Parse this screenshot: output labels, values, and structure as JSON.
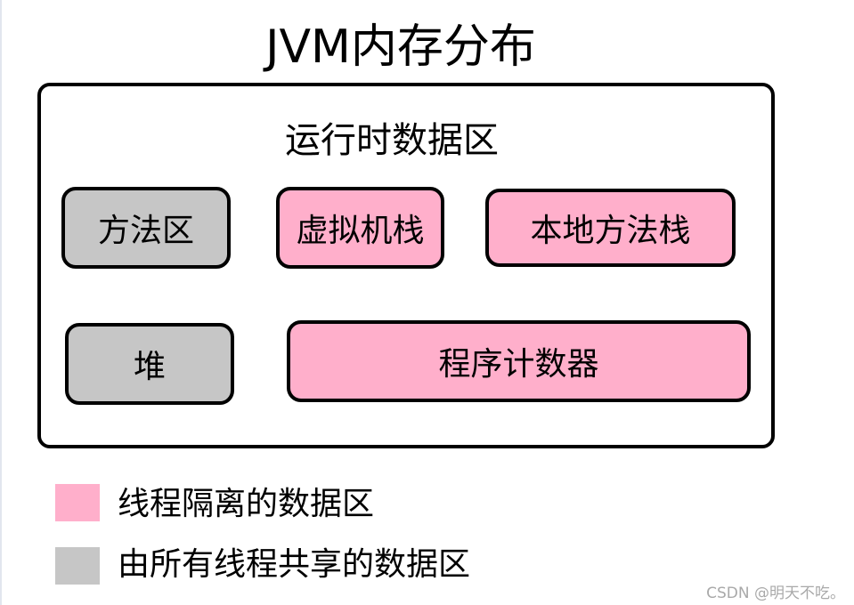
{
  "title": "JVM内存分布",
  "region": {
    "label": "运行时数据区",
    "areas": [
      {
        "label": "方法区",
        "shared": true
      },
      {
        "label": "虚拟机栈",
        "shared": false
      },
      {
        "label": "本地方法栈",
        "shared": false
      },
      {
        "label": "堆",
        "shared": true
      },
      {
        "label": "程序计数器",
        "shared": false
      }
    ]
  },
  "legend": {
    "private": {
      "label": "线程隔离的数据区",
      "color": "#ffafcb"
    },
    "shared": {
      "label": "由所有线程共享的数据区",
      "color": "#c6c6c6"
    }
  },
  "colors": {
    "private": "#ffafcb",
    "shared": "#c6c6c6",
    "border": "#000000"
  },
  "watermark": "CSDN @明天不吃。"
}
